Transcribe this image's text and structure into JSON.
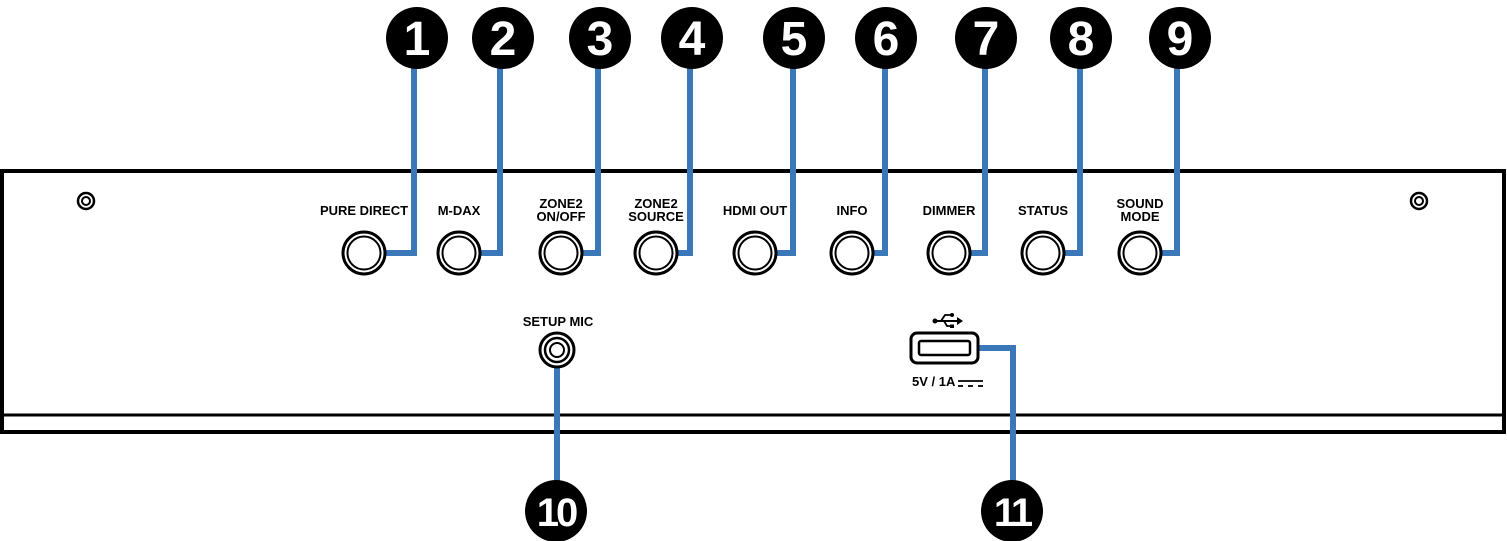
{
  "colors": {
    "callout_line": "#3b78b9",
    "badge": "#000000",
    "badge_text": "#ffffff",
    "outline": "#000000",
    "panel_fill": "#ffffff"
  },
  "buttons": [
    {
      "label_lines": [
        "PURE DIRECT"
      ],
      "callout": "1"
    },
    {
      "label_lines": [
        "M-DAX"
      ],
      "callout": "2"
    },
    {
      "label_lines": [
        "ZONE2",
        "ON/OFF"
      ],
      "callout": "3"
    },
    {
      "label_lines": [
        "ZONE2",
        "SOURCE"
      ],
      "callout": "4"
    },
    {
      "label_lines": [
        "HDMI OUT"
      ],
      "callout": "5"
    },
    {
      "label_lines": [
        "INFO"
      ],
      "callout": "6"
    },
    {
      "label_lines": [
        "DIMMER"
      ],
      "callout": "7"
    },
    {
      "label_lines": [
        "STATUS"
      ],
      "callout": "8"
    },
    {
      "label_lines": [
        "SOUND",
        "MODE"
      ],
      "callout": "9"
    }
  ],
  "setup_mic": {
    "label": "SETUP MIC",
    "callout": "10"
  },
  "usb": {
    "rating": "5V / 1A",
    "icon": "usb-icon",
    "dc_symbol": "dc-symbol-icon",
    "callout": "11"
  },
  "screws": [
    "screw-icon",
    "screw-icon"
  ]
}
